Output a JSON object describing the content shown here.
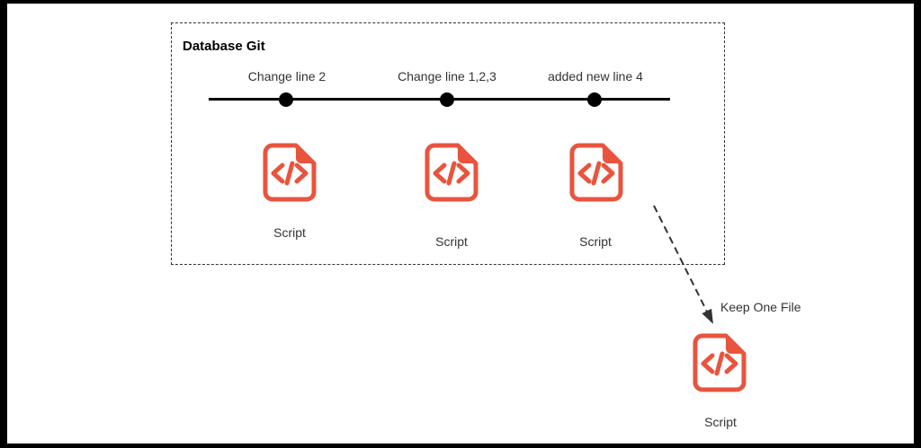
{
  "git_box": {
    "title": "Database Git",
    "commits": [
      {
        "label": "Change line 2",
        "file_label": "Script"
      },
      {
        "label": "Change line 1,2,3",
        "file_label": "Script"
      },
      {
        "label": "added new line 4",
        "file_label": "Script"
      }
    ]
  },
  "result": {
    "arrow_label": "Keep One File",
    "file_label": "Script"
  },
  "colors": {
    "accent": "#e8543e",
    "line": "#000000",
    "text": "#333333",
    "frame": "#000000",
    "background": "#ffffff"
  }
}
